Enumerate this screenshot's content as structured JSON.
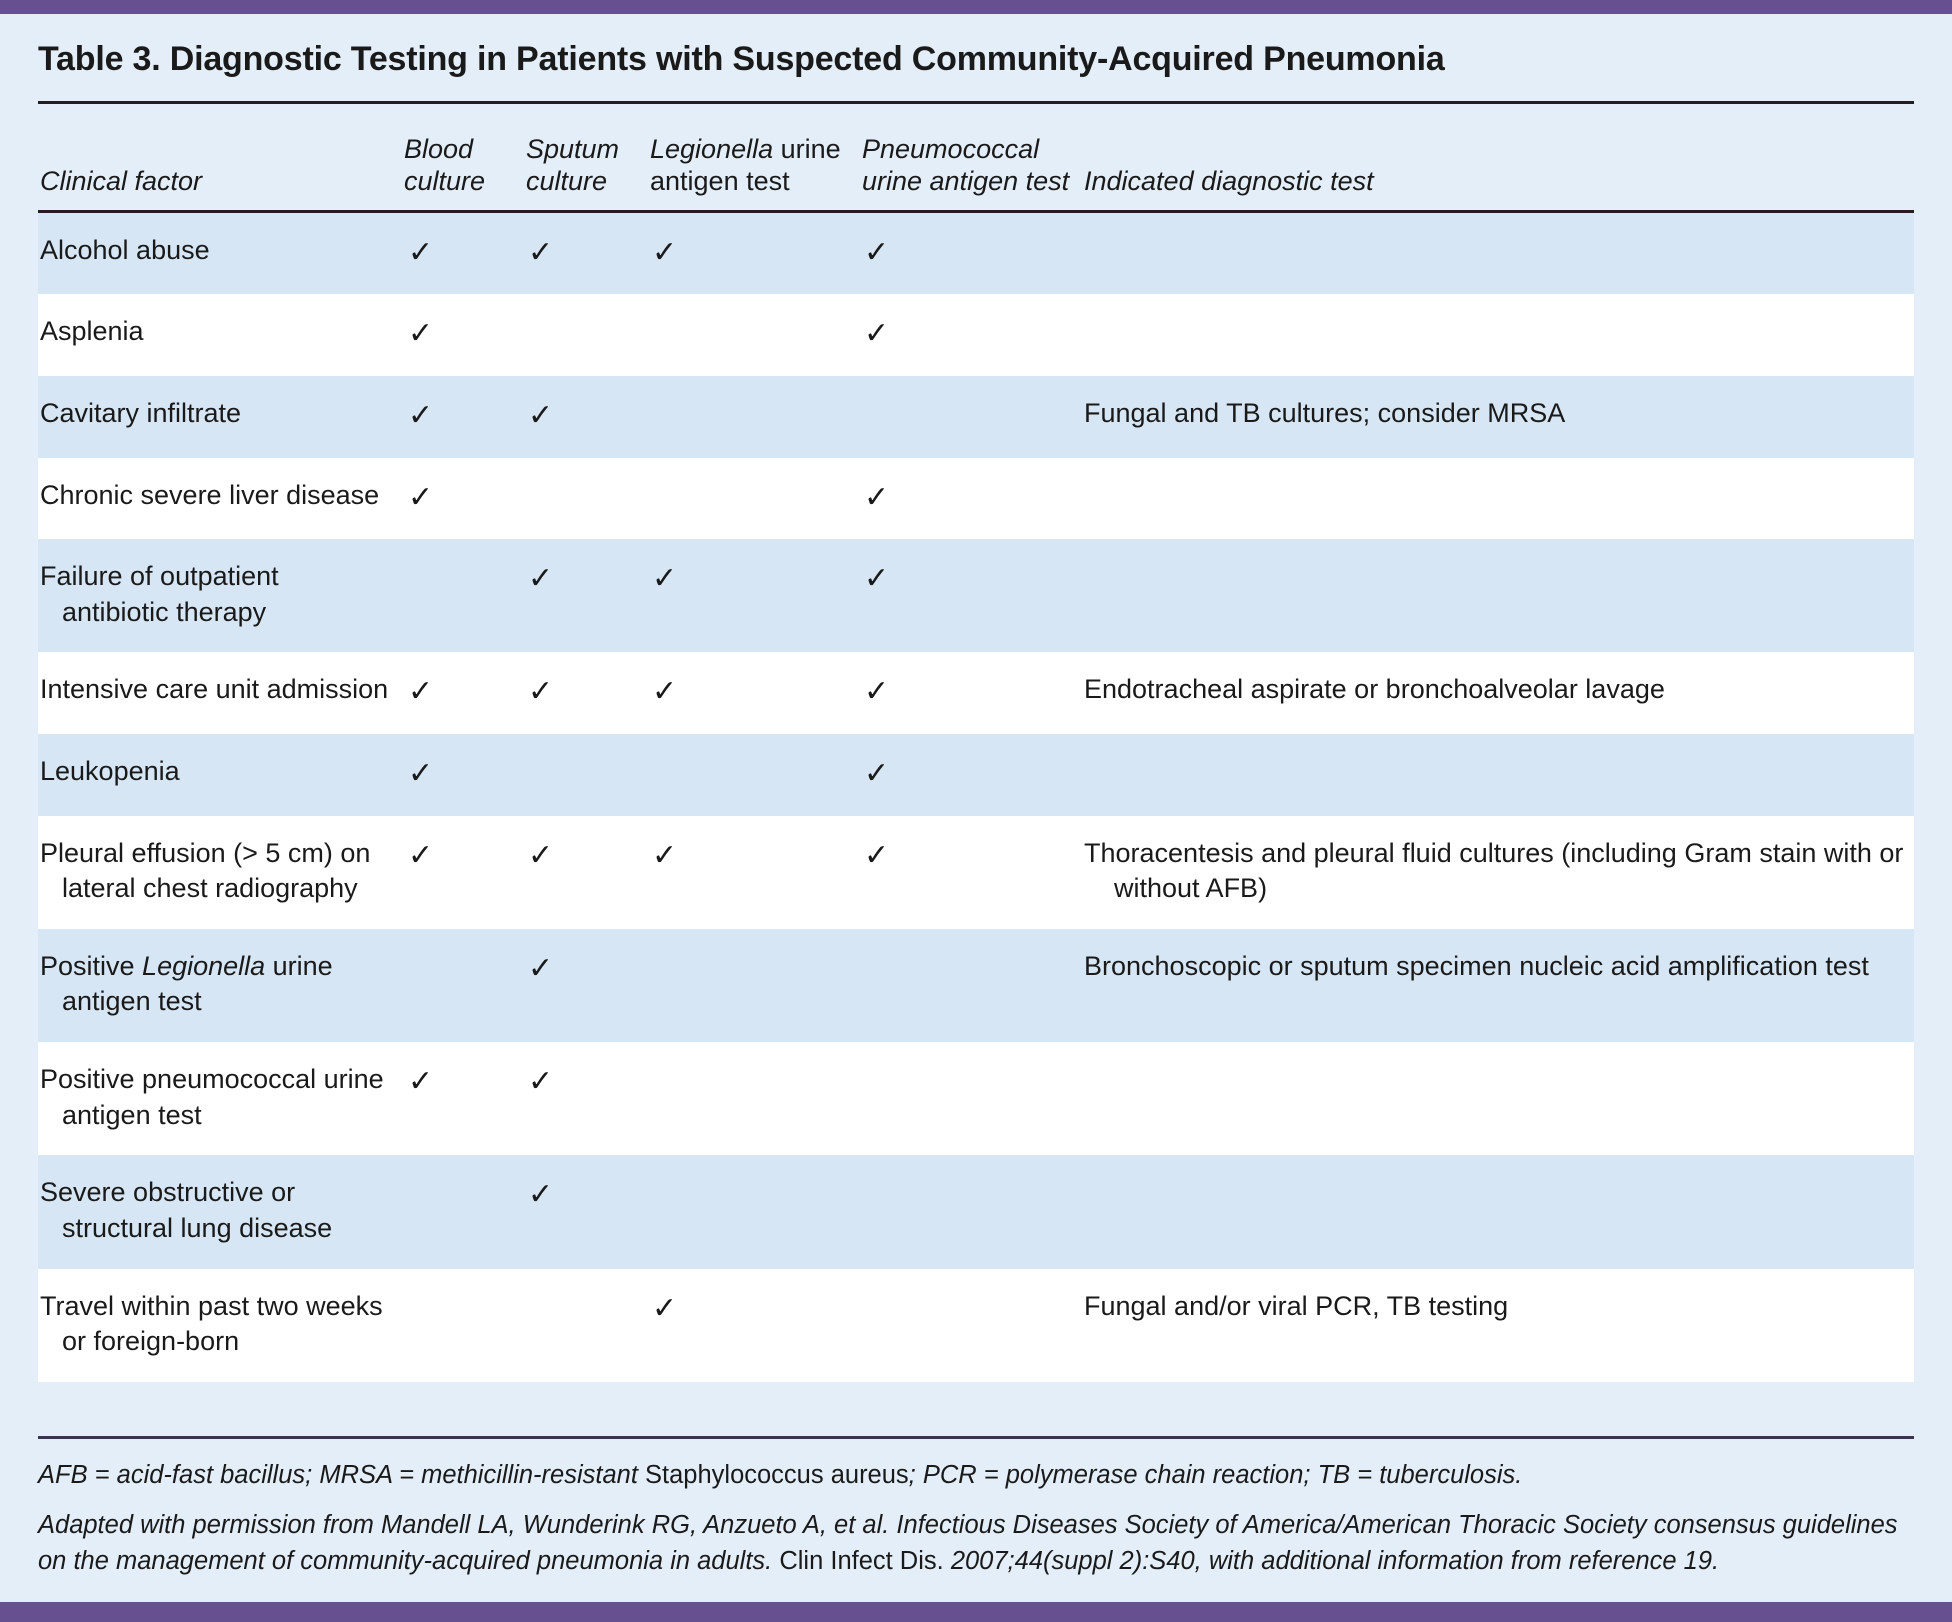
{
  "colors": {
    "accent_purple": "#66508f",
    "stripe_blue": "#d6e6f4",
    "page_blue": "#e3eef8",
    "rule_dark": "#231f20"
  },
  "title": "Table 3. Diagnostic Testing in Patients with Suspected Community-Acquired Pneumonia",
  "headers": {
    "factor": "Clinical factor",
    "blood_line1": "Blood",
    "blood_line2": "culture",
    "sputum_line1": "Sputum",
    "sputum_line2": "culture",
    "legionella_line1_a": "Legionella",
    "legionella_line1_b": " urine",
    "legionella_line2": "antigen test",
    "pneumococcal_line1": "Pneumococcal",
    "pneumococcal_line2": "urine antigen test",
    "indicated": "Indicated diagnostic test"
  },
  "check_glyph": "✓",
  "rows": [
    {
      "factor_lines": [
        "Alcohol abuse"
      ],
      "blood": true,
      "sputum": true,
      "legionella": true,
      "pneumococcal": true,
      "indicated_lines": []
    },
    {
      "factor_lines": [
        "Asplenia"
      ],
      "blood": true,
      "sputum": false,
      "legionella": false,
      "pneumococcal": true,
      "indicated_lines": []
    },
    {
      "factor_lines": [
        "Cavitary infiltrate"
      ],
      "blood": true,
      "sputum": true,
      "legionella": false,
      "pneumococcal": false,
      "indicated_lines": [
        "Fungal and TB cultures; consider MRSA"
      ]
    },
    {
      "factor_lines": [
        "Chronic severe liver disease"
      ],
      "blood": true,
      "sputum": false,
      "legionella": false,
      "pneumococcal": true,
      "indicated_lines": []
    },
    {
      "factor_lines": [
        "Failure of outpatient antibiotic therapy"
      ],
      "blood": false,
      "sputum": true,
      "legionella": true,
      "pneumococcal": true,
      "indicated_lines": []
    },
    {
      "factor_lines": [
        "Intensive care unit admission"
      ],
      "blood": true,
      "sputum": true,
      "legionella": true,
      "pneumococcal": true,
      "indicated_lines": [
        "Endotracheal aspirate or bronchoalveolar lavage"
      ]
    },
    {
      "factor_lines": [
        "Leukopenia"
      ],
      "blood": true,
      "sputum": false,
      "legionella": false,
      "pneumococcal": true,
      "indicated_lines": []
    },
    {
      "factor_lines": [
        "Pleural effusion (> 5 cm) on lateral chest radiography"
      ],
      "blood": true,
      "sputum": true,
      "legionella": true,
      "pneumococcal": true,
      "indicated_lines": [
        "Thoracentesis and pleural fluid cultures (including Gram stain with or without AFB)"
      ]
    },
    {
      "factor_lines": [
        "Positive Legionella urine antigen test"
      ],
      "factor_italic_word": "Legionella",
      "blood": false,
      "sputum": true,
      "legionella": false,
      "pneumococcal": false,
      "indicated_lines": [
        "Bronchoscopic or sputum specimen nucleic acid amplification test"
      ]
    },
    {
      "factor_lines": [
        "Positive pneumococcal urine antigen test"
      ],
      "blood": true,
      "sputum": true,
      "legionella": false,
      "pneumococcal": false,
      "indicated_lines": []
    },
    {
      "factor_lines": [
        "Severe obstructive or structural lung disease"
      ],
      "blood": false,
      "sputum": true,
      "legionella": false,
      "pneumococcal": false,
      "indicated_lines": []
    },
    {
      "factor_lines": [
        "Travel within past two weeks or foreign-born"
      ],
      "blood": false,
      "sputum": false,
      "legionella": true,
      "pneumococcal": false,
      "indicated_lines": [
        "Fungal and/or viral PCR, TB testing"
      ]
    }
  ],
  "footnotes": {
    "abbrev_a": "AFB = acid-fast bacillus; MRSA = methicillin-resistant ",
    "abbrev_b": "Staphylococcus aureus",
    "abbrev_c": "; PCR = polymerase chain reaction; TB = tuberculosis.",
    "source_a": "Adapted with permission from Mandell LA, Wunderink RG, Anzueto A, et al. Infectious Diseases Society of America/American Thoracic Society consensus guidelines on the management of community-acquired pneumonia in adults. ",
    "source_b": "Clin Infect Dis.",
    "source_c": " 2007;44(suppl 2):S40, with additional information from reference 19."
  }
}
